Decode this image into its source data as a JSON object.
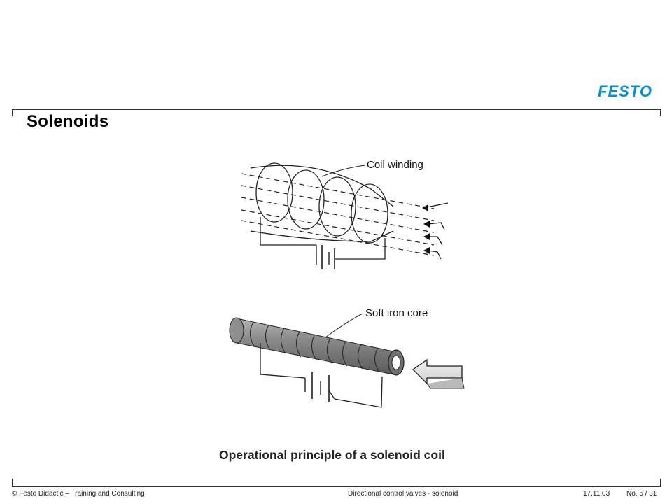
{
  "slide": {
    "logo_text": "FESTO",
    "title": "Solenoids",
    "brand_color": "#0091dc"
  },
  "figure": {
    "label_coil": "Coil winding",
    "label_core": "Soft iron core",
    "caption": "Operational principle of a solenoid coil"
  },
  "footer": {
    "left": "© Festo Didactic – Training and Consulting",
    "center": "Directional control valves - solenoid",
    "date": "17.11.03",
    "page": "No. 5 / 31"
  }
}
